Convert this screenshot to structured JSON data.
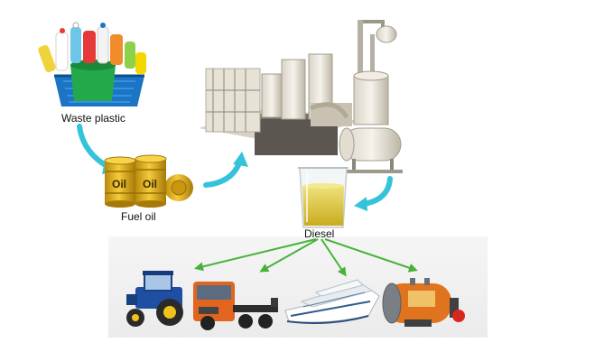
{
  "labels": {
    "waste_plastic": "Waste plastic",
    "fuel_oil": "Fuel oil",
    "diesel": "Diesel",
    "oil_drum_text": "Oil"
  },
  "colors": {
    "flow_arrow": "#35c3d9",
    "distribution_arrow": "#47b23a",
    "drum_yellow": "#e3b11b",
    "diesel_liquid": "#d8c23a",
    "tractor_blue": "#1f4fa3",
    "truck_orange": "#e2651f",
    "boiler_orange": "#e0731e"
  },
  "icons": [
    "waste-plastic-basket-icon",
    "oil-drums-icon",
    "pyrolysis-plant-icon",
    "diesel-beaker-icon",
    "tractor-icon",
    "truck-icon",
    "cruise-ship-icon",
    "boiler-icon"
  ]
}
